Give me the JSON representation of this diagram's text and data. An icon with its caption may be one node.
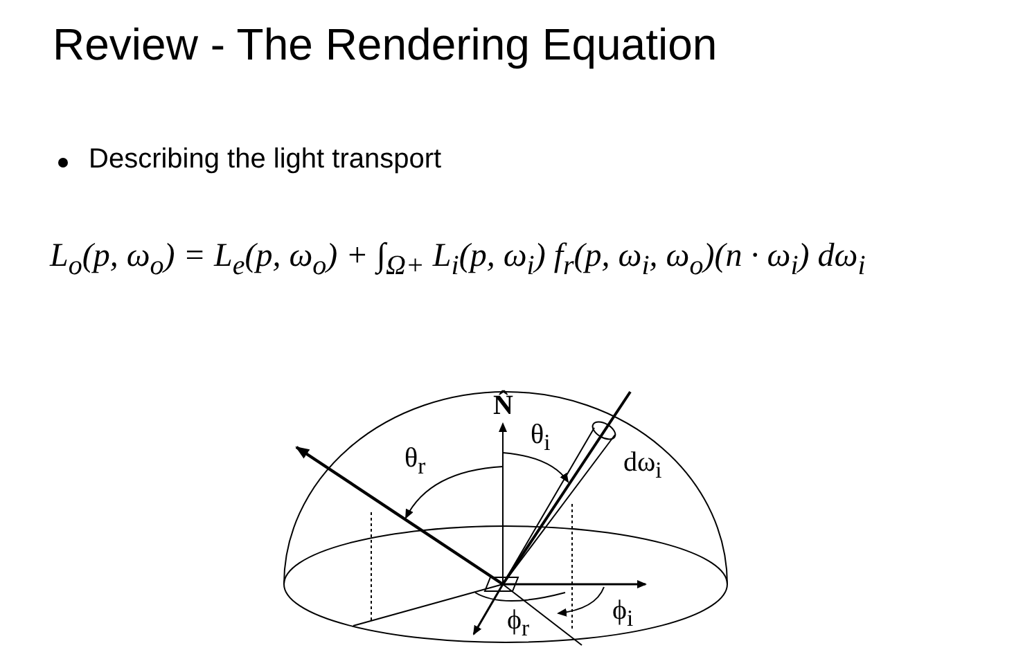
{
  "diagram": {
    "title": "Review - The Rendering Equation",
    "labels": [
      "Describing the light transport",
      "L$_{o}$(p, ω$_{o}$) = L$_{e}$(p, ω$_{o}$) + ∫$_{Ω+}$ L$_{i}$(p, ω$_{i}$) f$_{r}$(p, ω$_{i}$, ω$_{o}$)(n · ω$_{i}$) dω$_{i}$",
      "N̂",
      "θ$_{i}$",
      "θ$_{r}$",
      "dω$_{i}$",
      "ϕ$_{i}$",
      "ϕ$_{r}$"
    ]
  }
}
